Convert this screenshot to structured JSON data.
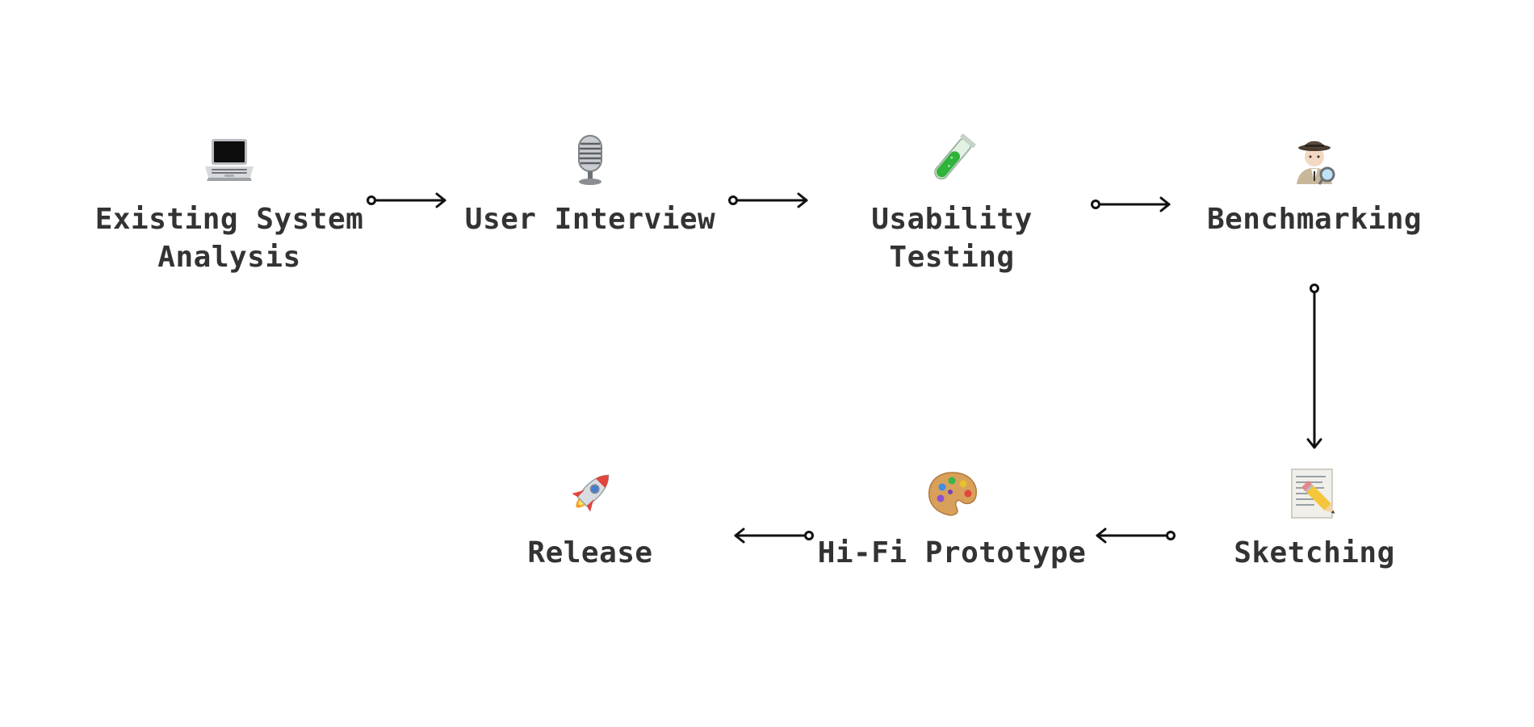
{
  "steps": [
    {
      "label": "Existing System Analysis",
      "icon": "laptop-icon"
    },
    {
      "label": "User Interview",
      "icon": "microphone-icon"
    },
    {
      "label": "Usability Testing",
      "icon": "test-tube-icon"
    },
    {
      "label": "Benchmarking",
      "icon": "detective-icon"
    },
    {
      "label": "Sketching",
      "icon": "memo-pencil-icon"
    },
    {
      "label": "Hi-Fi Prototype",
      "icon": "palette-icon"
    },
    {
      "label": "Release",
      "icon": "rocket-icon"
    }
  ],
  "colors": {
    "text": "#333333",
    "arrow": "#111111",
    "background": "#ffffff"
  }
}
